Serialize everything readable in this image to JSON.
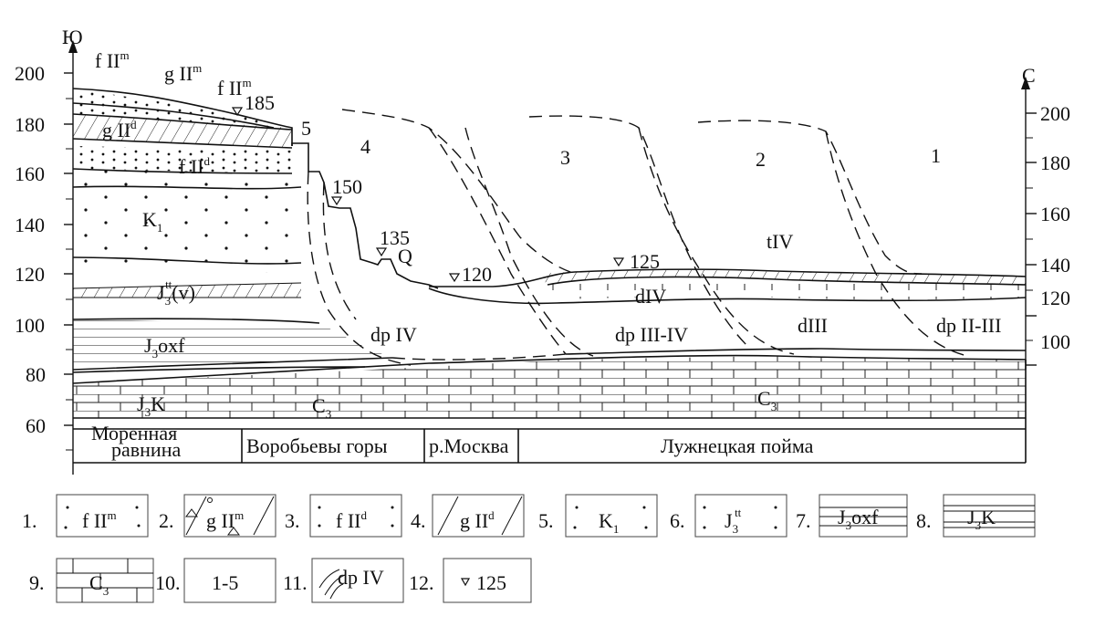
{
  "axes": {
    "left": {
      "direction": "Ю",
      "ticks": [
        "200",
        "180",
        "160",
        "140",
        "120",
        "100",
        "80",
        "60"
      ]
    },
    "right": {
      "direction": "С",
      "ticks": [
        "200",
        "180",
        "160",
        "140",
        "120",
        "100"
      ]
    }
  },
  "layers": {
    "f2m_top": "f II",
    "f2m_top_sup": "m",
    "g2m": "g II",
    "g2m_sup": "m",
    "f2m_mid": "f II",
    "f2m_mid_sup": "m",
    "g2d": "g II",
    "g2d_sup": "d",
    "f2d": "f II",
    "f2d_sup": "d",
    "k1": "K",
    "k1_sub": "1",
    "j3tt": "J",
    "j3tt_sub": "3",
    "j3tt_sup": "tt",
    "j3tt_rest": "(v)",
    "j3oxf": "J",
    "j3oxf_sub": "3",
    "j3oxf_rest": "oxf",
    "j3k": "J",
    "j3k_sub": "3",
    "j3k_rest": "K",
    "c3_left": "C",
    "c3_left_sub": "3",
    "c3_right": "C",
    "c3_right_sub": "3",
    "q": "Q",
    "tiv": "tIV",
    "div": "dIV",
    "diii": "dIII",
    "dp_iv": "dp IV",
    "dp_iii_iv": "dp III-IV",
    "dp_ii_iii": "dp II-III"
  },
  "marks": {
    "m185": "185",
    "m150": "150",
    "m135": "135",
    "m120": "120",
    "m125": "125"
  },
  "blocks": [
    "5",
    "4",
    "3",
    "2",
    "1"
  ],
  "bottom_labels": {
    "moraine_1": "Моренная",
    "moraine_2": "равнина",
    "vorobyovy": "Воробьевы горы",
    "moskva": "р.Москва",
    "luzhnetskaya": "Лужнецкая пойма"
  },
  "legend": [
    {
      "num": "1.",
      "text": "f II",
      "sup": "m"
    },
    {
      "num": "2.",
      "text": "g II",
      "sup": "m"
    },
    {
      "num": "3.",
      "text": "f II",
      "sup": "d"
    },
    {
      "num": "4.",
      "text": "g II",
      "sup": "d"
    },
    {
      "num": "5.",
      "text": "K",
      "sub": "1"
    },
    {
      "num": "6.",
      "text": "J",
      "sub": "3",
      "sup": "tt"
    },
    {
      "num": "7.",
      "text": "J",
      "sub": "3",
      "rest": "oxf"
    },
    {
      "num": "8.",
      "text": "J",
      "sub": "3",
      "rest": "K"
    },
    {
      "num": "9.",
      "text": "C",
      "sub": "3"
    },
    {
      "num": "10.",
      "text": "1-5"
    },
    {
      "num": "11.",
      "text": "dp IV"
    },
    {
      "num": "12.",
      "text": "125"
    }
  ]
}
